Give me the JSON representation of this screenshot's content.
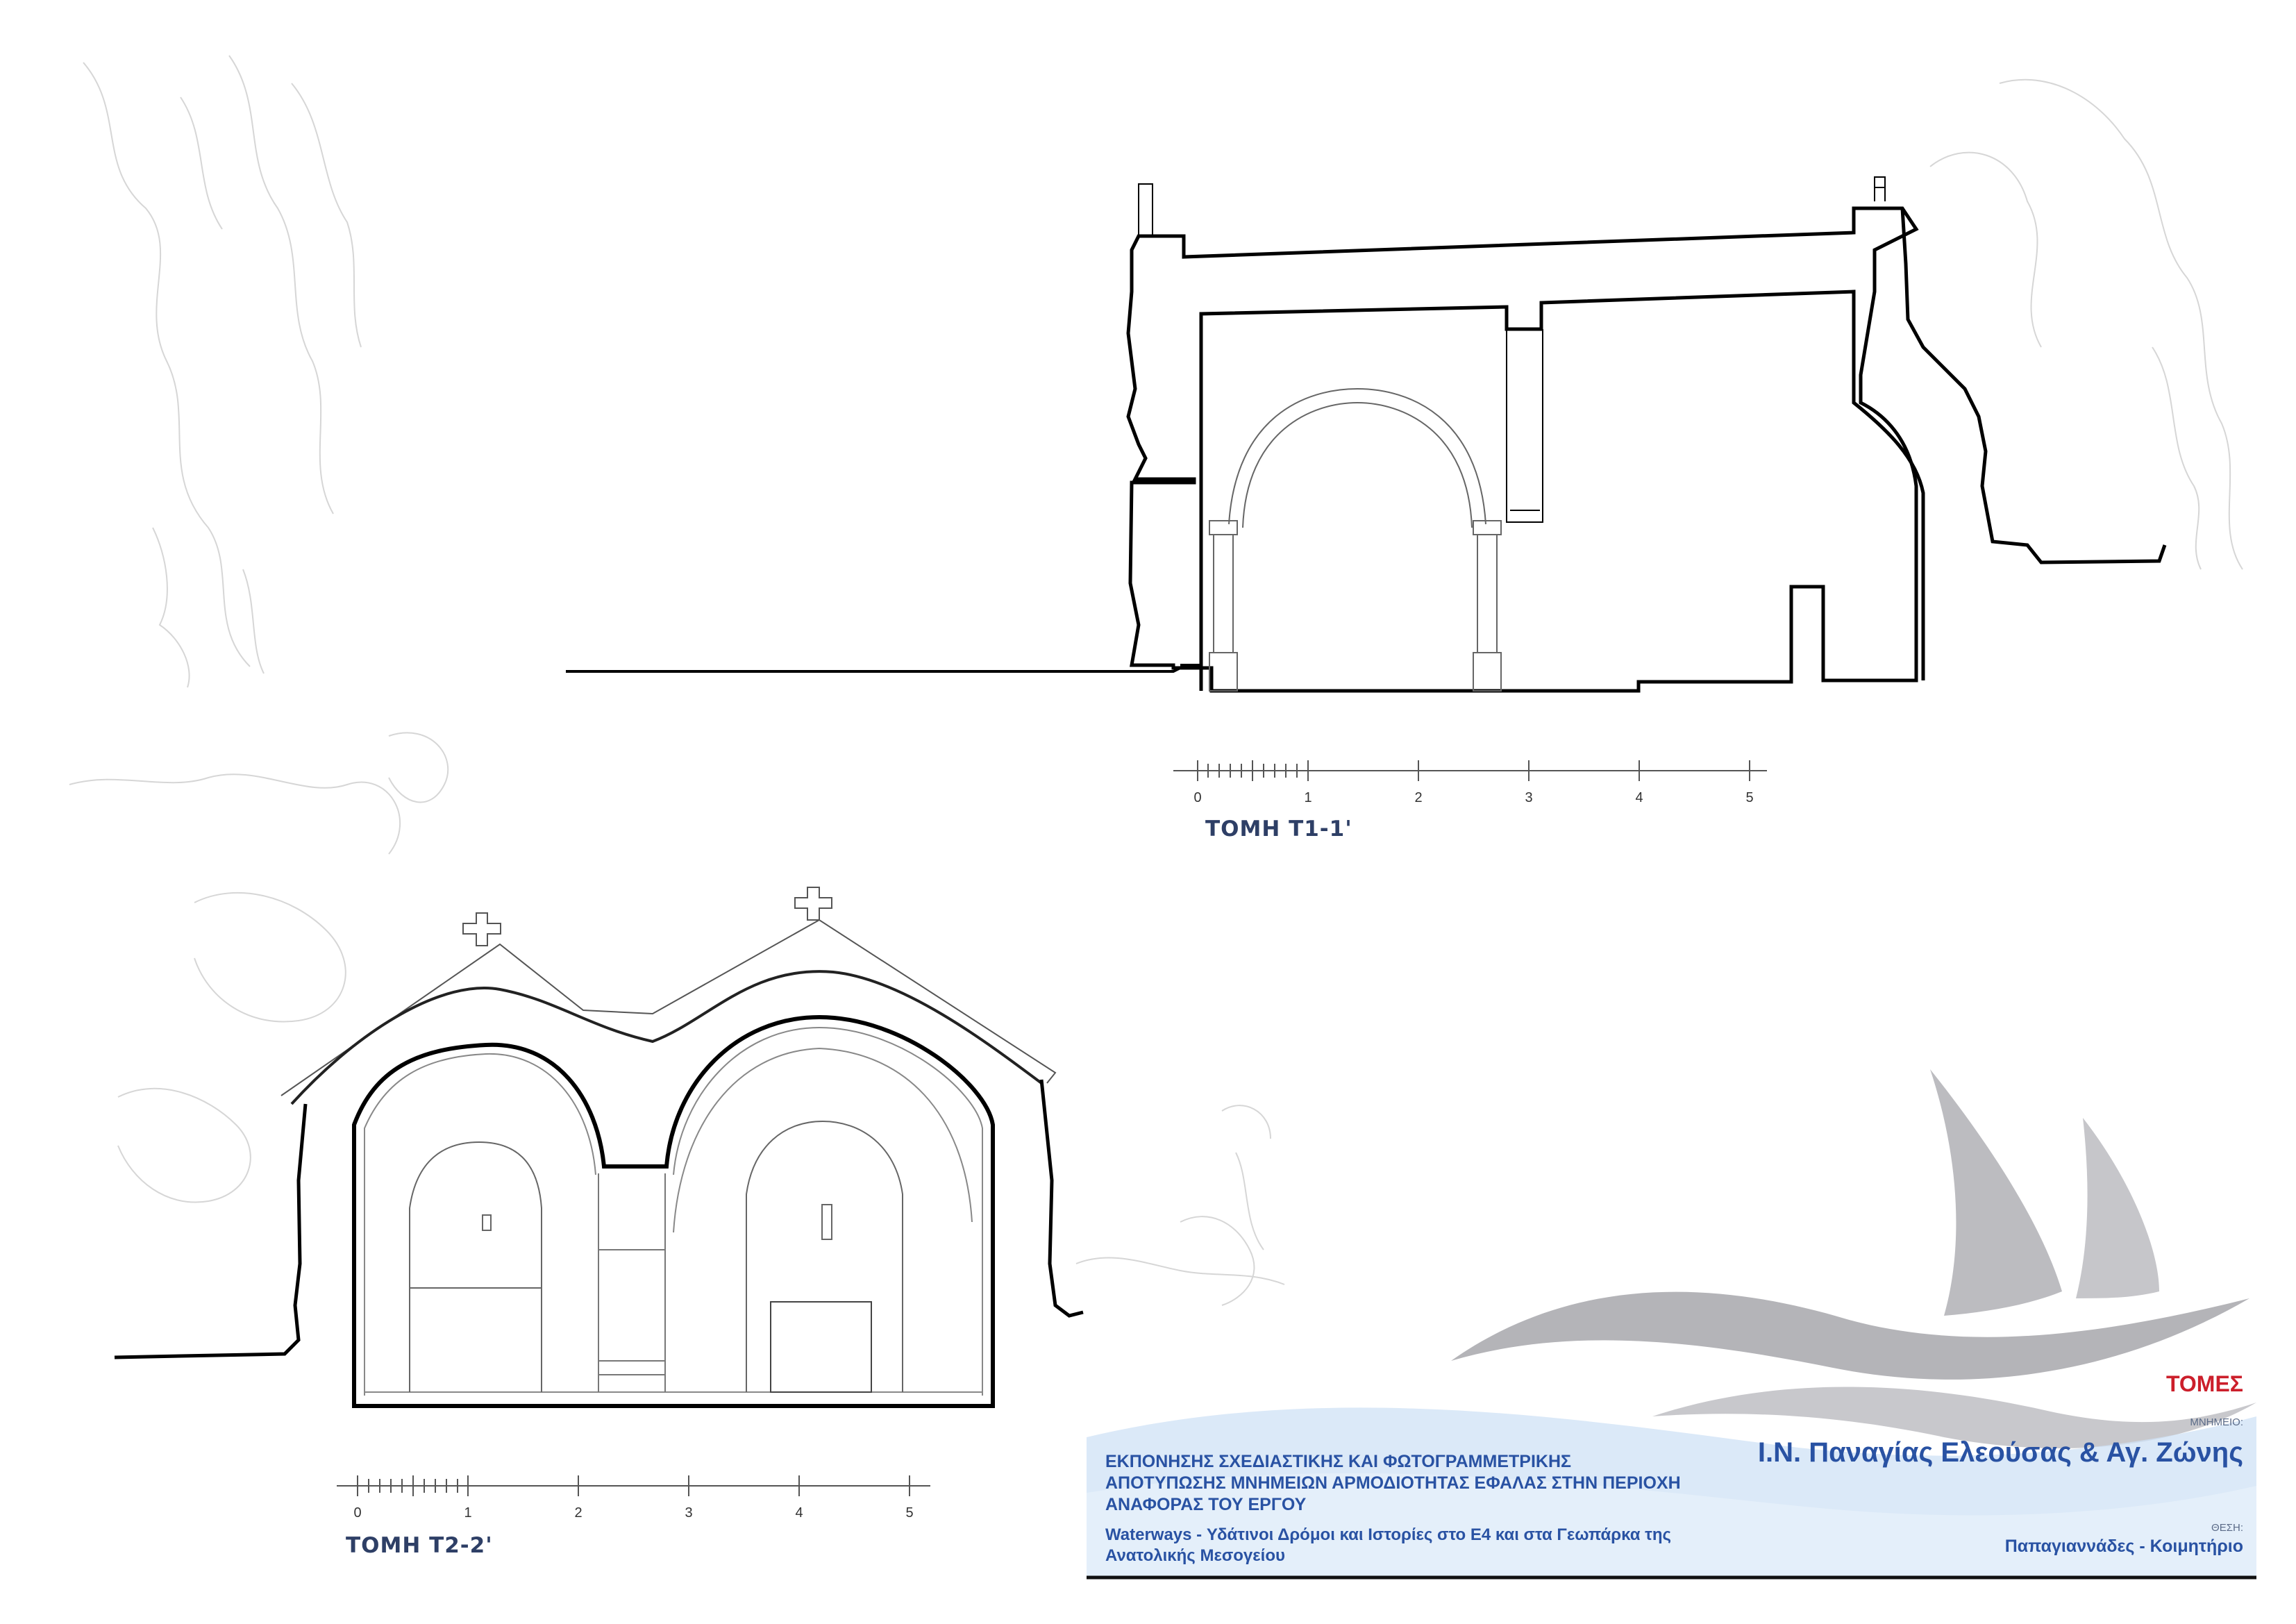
{
  "sections": {
    "section1": {
      "title": "ΤΟΜΗ Τ1-1'",
      "scale_ticks": [
        "0",
        "1",
        "2",
        "3",
        "4",
        "5"
      ]
    },
    "section2": {
      "title": "ΤΟΜΗ Τ2-2'",
      "scale_ticks": [
        "0",
        "1",
        "2",
        "3",
        "4",
        "5"
      ]
    }
  },
  "title_block": {
    "description": "ΕΚΠΟΝΗΣΗΣ ΣΧΕΔΙΑΣΤΙΚΗΣ ΚΑΙ ΦΩΤΟΓΡΑΜΜΕΤΡΙΚΗΣ ΑΠΟΤΥΠΩΣΗΣ ΜΝΗΜΕΙΩΝ ΑΡΜΟΔΙΟΤΗΤΑΣ ΕΦΑΛΑΣ ΣΤΗΝ ΠΕΡΙΟΧΗ ΑΝΑΦΟΡΑΣ ΤΟΥ ΕΡΓΟΥ",
    "project": "Waterways -  Υδάτινοι Δρόμοι και Ιστορίες στο Ε4 και στα Γεωπάρκα της Ανατολικής Μεσογείου",
    "sheet_title": "ΤΟΜΕΣ",
    "monument_label": "ΜΝΗΜΕΙΟ:",
    "monument_name": "Ι.Ν. Παναγίας Ελεούσας & Αγ. Ζώνης",
    "location_label": "ΘΕΣΗ:",
    "location": "Παπαγιαννάδες - Κοιμητήριο"
  },
  "colors": {
    "accent_blue": "#2952a3",
    "sheet_title_red": "#cc1f2b",
    "section_title": "#2e3f66",
    "logo_grey": "#b8b8bc",
    "wave_blue": "#cfe2f5"
  },
  "icons": {
    "logo": "sailing-boat-logo",
    "cross": "cross-icon"
  }
}
